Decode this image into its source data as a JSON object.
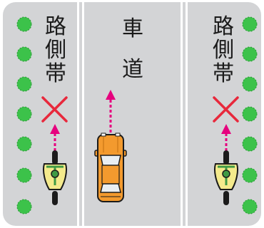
{
  "labels": {
    "left_shoulder": [
      "路",
      "側",
      "帯"
    ],
    "center_road": [
      "車",
      "道"
    ],
    "right_shoulder": [
      "路",
      "側",
      "帯"
    ]
  },
  "marks": {
    "prohibited": "×",
    "direction": "up"
  },
  "colors": {
    "road": "#d3d4d6",
    "lane_line": "#ffffff",
    "shrub": "#3cc24a",
    "cross": "#e8283c",
    "arrow": "#e6007e",
    "car_body": "#f39a2e",
    "car_outline": "#1b1b1b",
    "bicycle_body": "#f4ea8c",
    "bicycle_frame": "#3f9a44"
  },
  "icons": [
    "shrub-icon",
    "cross-icon",
    "arrow-icon",
    "car-icon",
    "bicycle-icon"
  ]
}
